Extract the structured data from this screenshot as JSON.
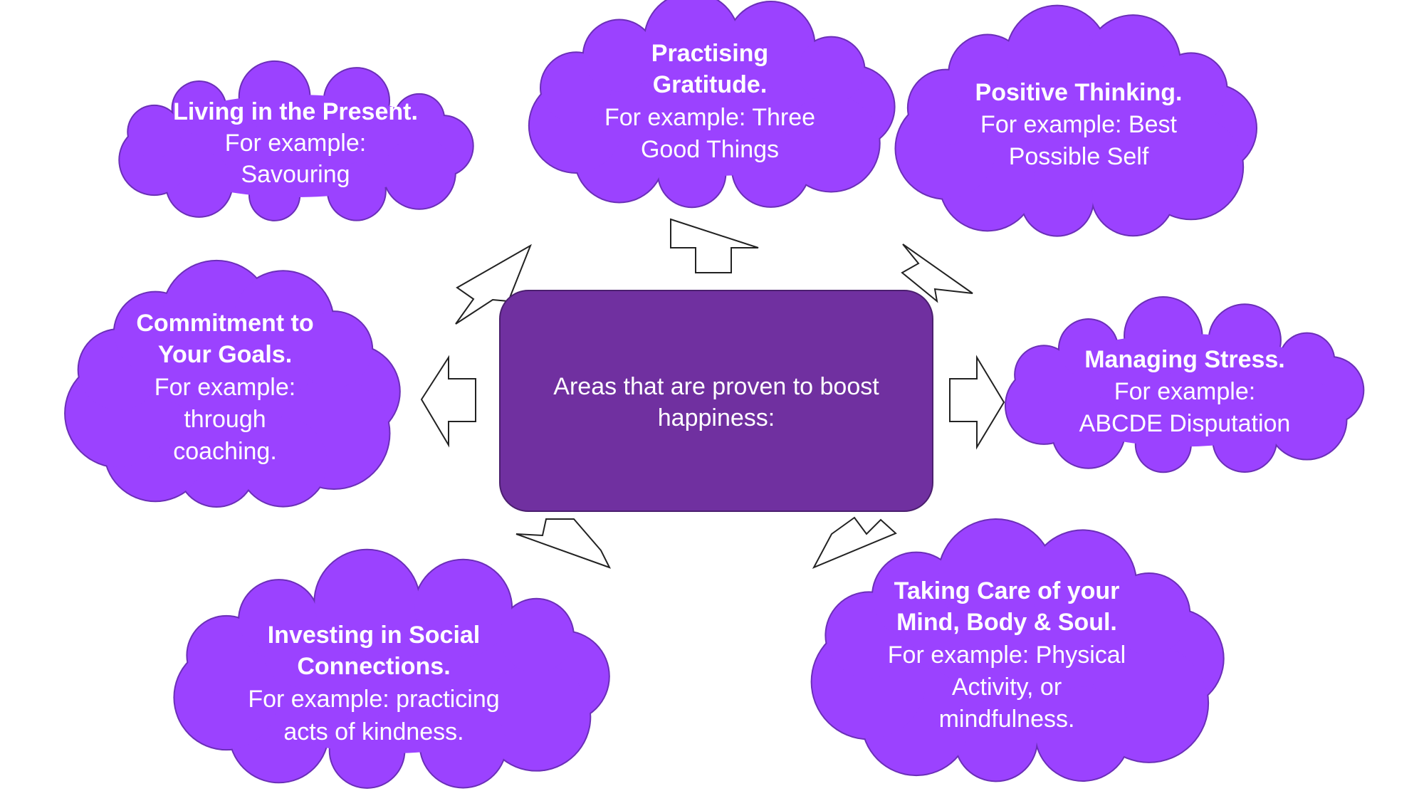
{
  "center": {
    "lines": [
      "Areas that are proven to boost",
      "happiness:"
    ],
    "fill": "#7030a0"
  },
  "cloud_fill": "#9b42ff",
  "arrow_fill": "#ffffff",
  "clouds": [
    {
      "id": "living-present",
      "title_lines": [
        "Living in the Present."
      ],
      "body_lines": [
        "For example:",
        "Savouring"
      ]
    },
    {
      "id": "practising-gratitude",
      "title_lines": [
        "Practising",
        "Gratitude."
      ],
      "body_lines": [
        "For example: Three",
        "Good Things"
      ]
    },
    {
      "id": "positive-thinking",
      "title_lines": [
        "Positive Thinking."
      ],
      "body_lines": [
        "For example: Best",
        "Possible Self"
      ]
    },
    {
      "id": "commitment-goals",
      "title_lines": [
        "Commitment to",
        "Your Goals."
      ],
      "body_lines": [
        "For example:",
        "through",
        "coaching."
      ]
    },
    {
      "id": "managing-stress",
      "title_lines": [
        "Managing Stress."
      ],
      "body_lines": [
        "For example:",
        "ABCDE Disputation"
      ]
    },
    {
      "id": "social-connections",
      "title_lines": [
        "Investing in Social",
        "Connections."
      ],
      "body_lines": [
        "For example: practicing",
        "acts of kindness."
      ]
    },
    {
      "id": "mind-body-soul",
      "title_lines": [
        "Taking Care of your",
        "Mind, Body & Soul."
      ],
      "body_lines": [
        "For example: Physical",
        "Activity, or",
        "mindfulness."
      ]
    }
  ]
}
